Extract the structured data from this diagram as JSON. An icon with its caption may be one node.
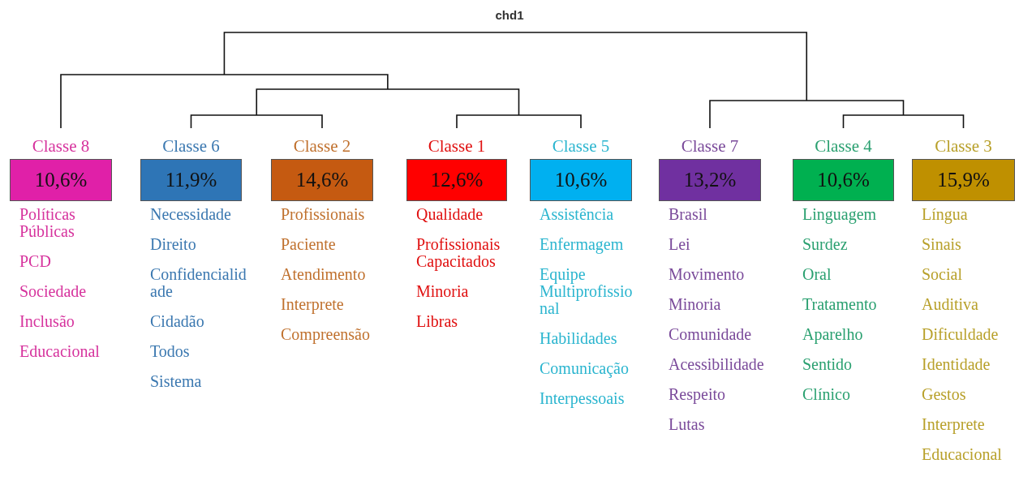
{
  "diagram": {
    "title": "chd1",
    "nodes": [
      {
        "text": [
          "Classe 8",
          "10,6%"
        ],
        "beside": [
          "Políticas Públicas",
          "PCD",
          "Sociedade",
          "Inclusão",
          "Educacional"
        ]
      },
      {
        "text": [
          "Classe 6",
          "11,9%"
        ],
        "beside": [
          "Necessidade",
          "Direito",
          "Confidencialidade",
          "Cidadão",
          "Todos",
          "Sistema"
        ]
      },
      {
        "text": [
          "Classe 2",
          "14,6%"
        ],
        "beside": [
          "Profissionais",
          "Paciente",
          "Atendimento",
          "Interprete",
          "Compreensão"
        ]
      },
      {
        "text": [
          "Classe 1",
          "12,6%"
        ],
        "beside": [
          "Qualidade",
          "Profissionais Capacitados",
          "Minoria",
          "Libras"
        ]
      },
      {
        "text": [
          "Classe 5",
          "10,6%"
        ],
        "beside": [
          "Assistência",
          "Enfermagem",
          "Equipe Multiprofissional",
          "Habilidades",
          "Comunicação",
          "Interpessoais"
        ]
      },
      {
        "text": [
          "Classe 7",
          "13,2%"
        ],
        "beside": [
          "Brasil",
          "Lei",
          "Movimento",
          "Minoria",
          "Comunidade",
          "Acessibilidade",
          "Respeito",
          "Lutas"
        ]
      },
      {
        "text": [
          "Classe 4",
          "10,6%"
        ],
        "beside": [
          "Linguagem",
          "Surdez",
          "Oral",
          "Tratamento",
          "Aparelho",
          "Sentido",
          "Clínico"
        ]
      },
      {
        "text": [
          "Classe 3",
          "15,9%"
        ],
        "beside": [
          "Língua",
          "Sinais",
          "Social",
          "Auditiva",
          "Dificuldade",
          "Identidade",
          "Gestos",
          "Interprete",
          "Educacional"
        ]
      }
    ]
  }
}
